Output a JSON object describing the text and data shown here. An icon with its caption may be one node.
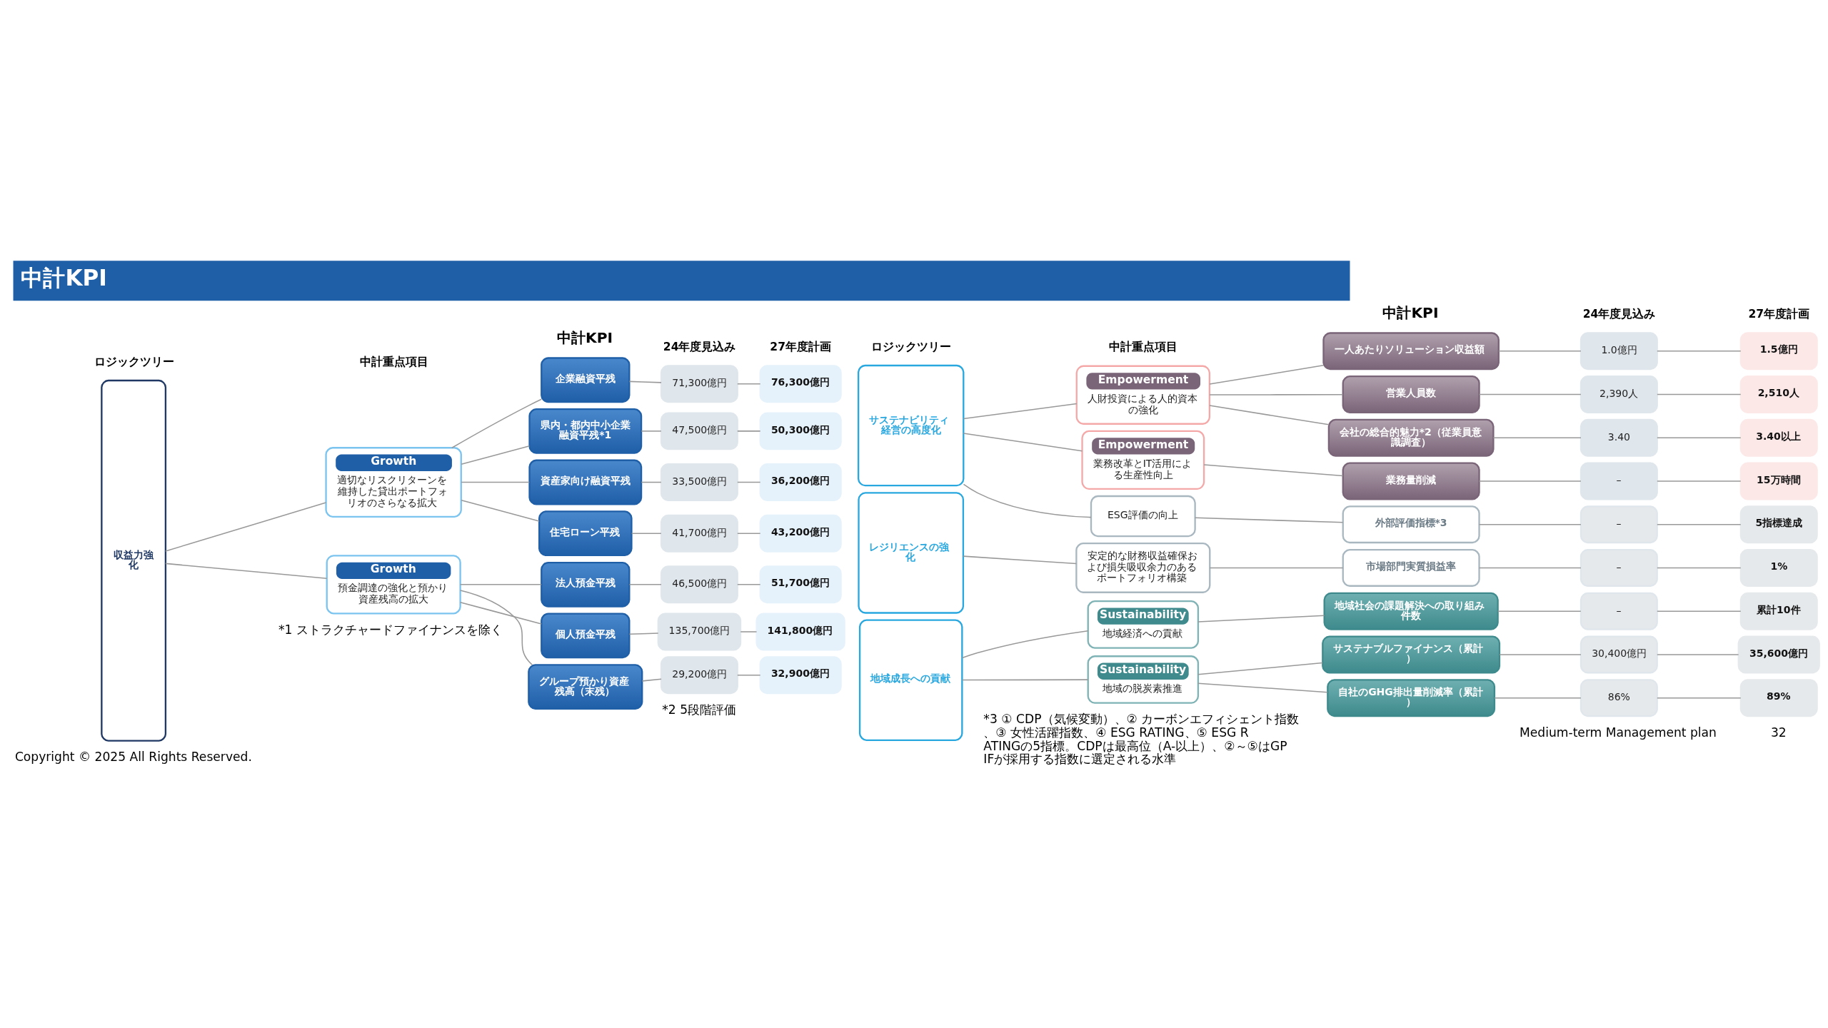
{
  "diagram": {
    "title": "中計KPI",
    "nodes": [
      {
        "text": [
          "収益力強化"
        ]
      },
      {
        "text": [
          "Growth",
          "適切なリスクリターンを維持した貸出ポートフォリオのさらなる拡大"
        ]
      },
      {
        "text": [
          "企業融資平残"
        ]
      },
      {
        "text": [
          "71,300億円"
        ]
      },
      {
        "text": [
          "76,300億円"
        ]
      },
      {
        "text": [
          "県内・都内中小企業融資平残*1"
        ]
      },
      {
        "text": [
          "47,500億円"
        ]
      },
      {
        "text": [
          "50,300億円"
        ]
      },
      {
        "text": [
          "資産家向け融資平残"
        ]
      },
      {
        "text": [
          "33,500億円"
        ]
      },
      {
        "text": [
          "36,200億円"
        ]
      },
      {
        "text": [
          "住宅ローン平残"
        ]
      },
      {
        "text": [
          "41,700億円"
        ]
      },
      {
        "text": [
          "43,200億円"
        ]
      },
      {
        "text": [
          "Growth",
          "預金調達の強化と預かり資産残高の拡大"
        ]
      },
      {
        "text": [
          "法人預金平残"
        ]
      },
      {
        "text": [
          "46,500億円"
        ]
      },
      {
        "text": [
          "51,700億円"
        ]
      },
      {
        "text": [
          "個人預金平残"
        ]
      },
      {
        "text": [
          "135,700億円"
        ]
      },
      {
        "text": [
          "141,800億円"
        ]
      },
      {
        "text": [
          "グループ預かり資産残高（末残）"
        ]
      },
      {
        "text": [
          "29,200億円"
        ]
      },
      {
        "text": [
          "32,900億円"
        ]
      },
      {
        "text": [
          "サステナビリティ経営の高度化"
        ]
      },
      {
        "text": [
          "Empowerment",
          "人財投資による人的資本の強化"
        ]
      },
      {
        "text": [
          "一人あたりソリューション収益額"
        ]
      },
      {
        "text": [
          "1.0億円"
        ]
      },
      {
        "text": [
          "1.5億円"
        ]
      },
      {
        "text": [
          "営業人員数"
        ]
      },
      {
        "text": [
          "2,390人"
        ]
      },
      {
        "text": [
          "2,510人"
        ]
      },
      {
        "text": [
          "会社の総合的魅力*2（従業員意識調査）"
        ]
      },
      {
        "text": [
          "3.40"
        ]
      },
      {
        "text": [
          "3.40以上"
        ]
      },
      {
        "text": [
          "Empowerment",
          "業務改革とIT活用による生産性向上"
        ]
      },
      {
        "text": [
          "業務量削減"
        ]
      },
      {
        "text": [
          "–"
        ]
      },
      {
        "text": [
          "15万時間"
        ]
      },
      {
        "text": [
          "ESG評価の向上"
        ]
      },
      {
        "text": [
          "外部評価指標*3"
        ]
      },
      {
        "text": [
          "–"
        ]
      },
      {
        "text": [
          "5指標達成"
        ]
      },
      {
        "text": [
          "レジリエンスの強化"
        ]
      },
      {
        "text": [
          "安定的な財務収益確保および損失吸収余力のあるポートフォリオ構築"
        ]
      },
      {
        "text": [
          "市場部門実質損益率"
        ]
      },
      {
        "text": [
          "–"
        ]
      },
      {
        "text": [
          "1%"
        ]
      },
      {
        "text": [
          "地域成長への貢献"
        ]
      },
      {
        "text": [
          "Sustainability",
          "地域経済への貢献"
        ]
      },
      {
        "text": [
          "地域社会の課題解決への取り組み件数"
        ]
      },
      {
        "text": [
          "–"
        ]
      },
      {
        "text": [
          "累計10件"
        ]
      },
      {
        "text": [
          "Sustainability",
          "地域の脱炭素推進"
        ]
      },
      {
        "text": [
          "サステナブルファイナンス（累計）"
        ]
      },
      {
        "text": [
          "30,400億円"
        ]
      },
      {
        "text": [
          "35,600億円"
        ]
      },
      {
        "text": [
          "自社のGHG排出量削減率（累計）"
        ]
      },
      {
        "text": [
          "86%"
        ]
      },
      {
        "text": [
          "89%"
        ]
      }
    ],
    "edges": [
      {
        "from": 0,
        "to": 1,
        "arrow": "none"
      },
      {
        "from": 0,
        "to": 14,
        "arrow": "none"
      },
      {
        "from": 1,
        "to": 2,
        "arrow": "none"
      },
      {
        "from": 1,
        "to": 5,
        "arrow": "none"
      },
      {
        "from": 1,
        "to": 8,
        "arrow": "none"
      },
      {
        "from": 1,
        "to": 11,
        "arrow": "none"
      },
      {
        "from": 2,
        "to": 3,
        "arrow": "none"
      },
      {
        "from": 3,
        "to": 4,
        "arrow": "none"
      },
      {
        "from": 5,
        "to": 6,
        "arrow": "none"
      },
      {
        "from": 6,
        "to": 7,
        "arrow": "none"
      },
      {
        "from": 8,
        "to": 9,
        "arrow": "none"
      },
      {
        "from": 9,
        "to": 10,
        "arrow": "none"
      },
      {
        "from": 11,
        "to": 12,
        "arrow": "none"
      },
      {
        "from": 12,
        "to": 13,
        "arrow": "none"
      },
      {
        "from": 14,
        "to": 15,
        "arrow": "none"
      },
      {
        "from": 14,
        "to": 18,
        "arrow": "none"
      },
      {
        "from": 14,
        "to": 21,
        "arrow": "none"
      },
      {
        "from": 15,
        "to": 16,
        "arrow": "none"
      },
      {
        "from": 16,
        "to": 17,
        "arrow": "none"
      },
      {
        "from": 18,
        "to": 19,
        "arrow": "none"
      },
      {
        "from": 19,
        "to": 20,
        "arrow": "none"
      },
      {
        "from": 21,
        "to": 22,
        "arrow": "none"
      },
      {
        "from": 22,
        "to": 23,
        "arrow": "none"
      },
      {
        "from": 24,
        "to": 25,
        "arrow": "none"
      },
      {
        "from": 24,
        "to": 35,
        "arrow": "none"
      },
      {
        "from": 24,
        "to": 39,
        "arrow": "none"
      },
      {
        "from": 25,
        "to": 26,
        "arrow": "none"
      },
      {
        "from": 25,
        "to": 29,
        "arrow": "none"
      },
      {
        "from": 25,
        "to": 32,
        "arrow": "none"
      },
      {
        "from": 26,
        "to": 27,
        "arrow": "none"
      },
      {
        "from": 27,
        "to": 28,
        "arrow": "none"
      },
      {
        "from": 29,
        "to": 30,
        "arrow": "none"
      },
      {
        "from": 30,
        "to": 31,
        "arrow": "none"
      },
      {
        "from": 32,
        "to": 33,
        "arrow": "none"
      },
      {
        "from": 33,
        "to": 34,
        "arrow": "none"
      },
      {
        "from": 35,
        "to": 36,
        "arrow": "none"
      },
      {
        "from": 36,
        "to": 37,
        "arrow": "none"
      },
      {
        "from": 37,
        "to": 38,
        "arrow": "none"
      },
      {
        "from": 39,
        "to": 40,
        "arrow": "none"
      },
      {
        "from": 40,
        "to": 41,
        "arrow": "none"
      },
      {
        "from": 41,
        "to": 42,
        "arrow": "none"
      },
      {
        "from": 43,
        "to": 44,
        "arrow": "none"
      },
      {
        "from": 44,
        "to": 45,
        "arrow": "none"
      },
      {
        "from": 45,
        "to": 46,
        "arrow": "none"
      },
      {
        "from": 46,
        "to": 47,
        "arrow": "none"
      },
      {
        "from": 48,
        "to": 49,
        "arrow": "none"
      },
      {
        "from": 48,
        "to": 53,
        "arrow": "none"
      },
      {
        "from": 49,
        "to": 50,
        "arrow": "none"
      },
      {
        "from": 50,
        "to": 51,
        "arrow": "none"
      },
      {
        "from": 51,
        "to": 52,
        "arrow": "none"
      },
      {
        "from": 53,
        "to": 54,
        "arrow": "none"
      },
      {
        "from": 53,
        "to": 57,
        "arrow": "none"
      },
      {
        "from": 54,
        "to": 55,
        "arrow": "none"
      },
      {
        "from": 55,
        "to": 56,
        "arrow": "none"
      },
      {
        "from": 57,
        "to": 58,
        "arrow": "none"
      },
      {
        "from": 58,
        "to": 59,
        "arrow": "none"
      }
    ],
    "labels": [
      "ロジックツリー",
      "中計重点項目",
      "中計KPI",
      "24年度見込み",
      "27年度計画",
      "ロジックツリー",
      "中計重点項目",
      "中計KPI",
      "24年度見込み",
      "27年度計画",
      "*1 ストラクチャードファイナンスを除く",
      "*2 5段階評価",
      "*3 ① CDP（気候変動）、② カーボンエフィシェント指数、③ 女性活躍指数、④ ESG RATING、⑤ ESG RATINGの5指標。CDPは最高位（A-以上）、②～⑤はGPIFが採用する指数に選定される水準",
      "Copyright © 2025 All Rights Reserved.",
      "Medium-term Management plan",
      "32"
    ]
  }
}
